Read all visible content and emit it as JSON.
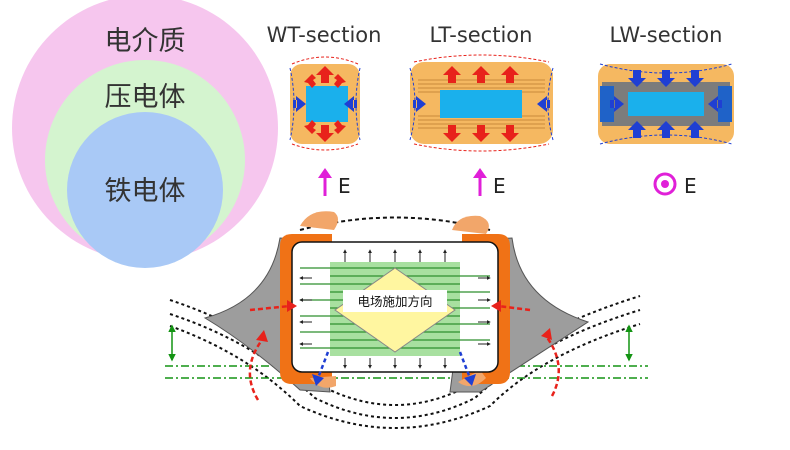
{
  "venn": {
    "outer_label": "电介质",
    "middle_label": "压电体",
    "inner_label": "铁电体",
    "colors": {
      "outer": "#f6c6ee",
      "middle": "#d4f4cf",
      "inner": "#a9c9f6"
    }
  },
  "sections": [
    {
      "title": "WT-section",
      "field_label": "E",
      "field_symbol": "up-arrow"
    },
    {
      "title": "LT-section",
      "field_label": "E",
      "field_symbol": "up-arrow"
    },
    {
      "title": "LW-section",
      "field_label": "E",
      "field_symbol": "dot-circle"
    }
  ],
  "board": {
    "center_label": "电场施加方向"
  },
  "colors": {
    "body": "#f5b861",
    "chip_core": "#1ab0ec",
    "stress_red": "#e8221b",
    "stress_blue": "#1f3fd3",
    "field_magenta": "#e020d8",
    "terminal": "#f07216",
    "solder": "#9d9d9d",
    "plates": "#8ed98c",
    "pcb_line": "#139413"
  }
}
